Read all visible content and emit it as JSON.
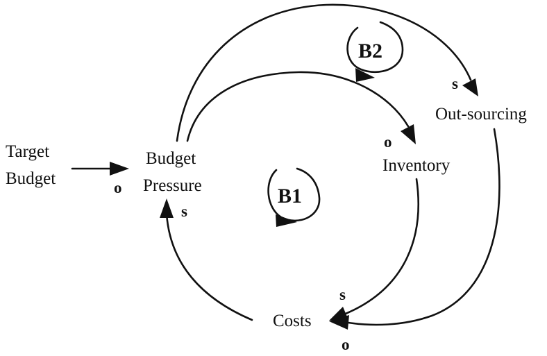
{
  "nodes": {
    "target_budget": [
      "Target",
      "Budget"
    ],
    "budget_pressure": [
      "Budget",
      "Pressure"
    ],
    "inventory": "Inventory",
    "outsourcing": "Out-sourcing",
    "costs": "Costs"
  },
  "loops": {
    "b1": "B1",
    "b2": "B2"
  },
  "polarities": {
    "target_to_pressure": "o",
    "pressure_to_inventory": "o",
    "pressure_to_outsourcing": "s",
    "inventory_to_costs": "s",
    "outsourcing_to_costs": "o",
    "costs_to_pressure": "s"
  }
}
